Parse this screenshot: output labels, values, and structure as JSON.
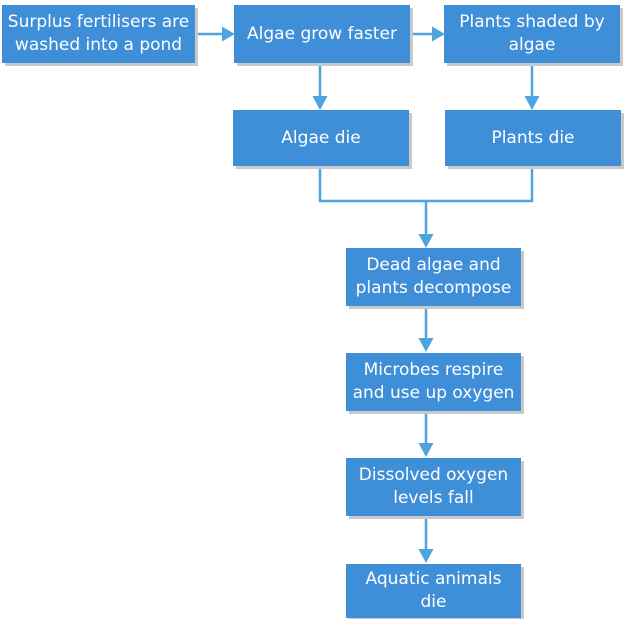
{
  "colors": {
    "box_fill": "#3f8ed8",
    "box_shadow": "#c9c9c9",
    "text": "#ffffff",
    "connector": "#4fa3de"
  },
  "nodes": {
    "fertilisers": "Surplus fertilisers are washed into a pond",
    "algae_grow": "Algae grow faster",
    "plants_shaded": "Plants shaded by algae",
    "algae_die": "Algae die",
    "plants_die": "Plants die",
    "decompose": "Dead algae and plants decompose",
    "microbes": "Microbes respire and use up oxygen",
    "oxygen_fall": "Dissolved oxygen levels fall",
    "animals_die": "Aquatic animals die"
  },
  "edges": [
    [
      "fertilisers",
      "algae_grow"
    ],
    [
      "algae_grow",
      "plants_shaded"
    ],
    [
      "algae_grow",
      "algae_die"
    ],
    [
      "plants_shaded",
      "plants_die"
    ],
    [
      "algae_die",
      "decompose"
    ],
    [
      "plants_die",
      "decompose"
    ],
    [
      "decompose",
      "microbes"
    ],
    [
      "microbes",
      "oxygen_fall"
    ],
    [
      "oxygen_fall",
      "animals_die"
    ]
  ]
}
